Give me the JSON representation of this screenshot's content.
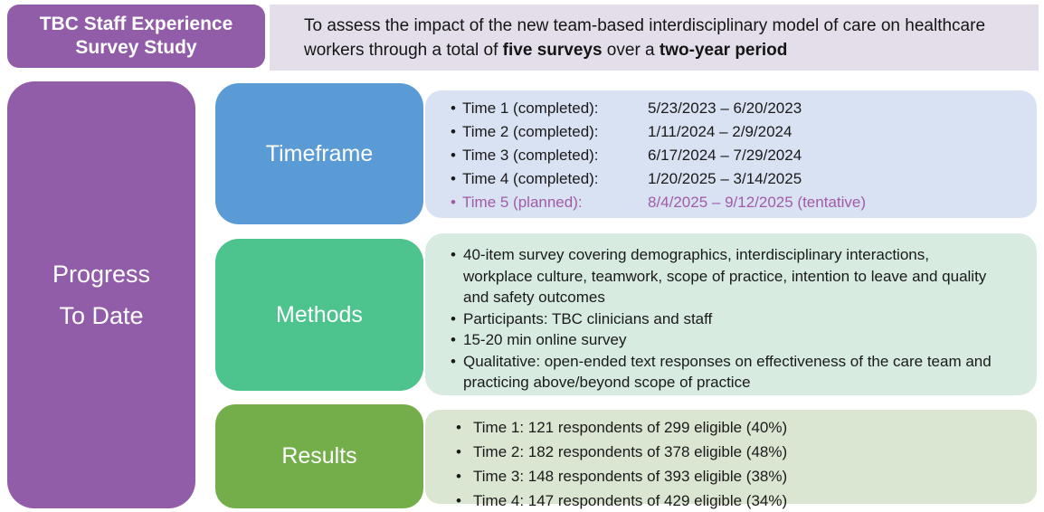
{
  "colors": {
    "purple": "#915CA8",
    "lavender_banner": "#E4DEEA",
    "blue": "#5B9BD5",
    "light_blue_panel": "#D8E2F2",
    "teal": "#4DC38D",
    "light_teal_panel": "#D7EBE1",
    "green": "#74AE4B",
    "light_green_panel": "#DAE5D2",
    "planned_text": "#A15CA8"
  },
  "header": {
    "title": "TBC Staff Experience\nSurvey Study",
    "objective": {
      "part1": "To assess the impact of the new team-based interdisciplinary model of care on healthcare workers through a total of ",
      "bold1": "five surveys",
      "part2": " over a ",
      "bold2": "two-year period"
    }
  },
  "sidebar": {
    "label": "Progress\nTo Date"
  },
  "sections": {
    "timeframe": {
      "label": "Timeframe",
      "rows": [
        {
          "label": "Time 1 (completed):",
          "dates": "5/23/2023 – 6/20/2023"
        },
        {
          "label": "Time 2 (completed):",
          "dates": "1/11/2024 – 2/9/2024"
        },
        {
          "label": "Time 3 (completed):",
          "dates": "6/17/2024 – 7/29/2024"
        },
        {
          "label": "Time 4 (completed):",
          "dates": "1/20/2025 – 3/14/2025"
        },
        {
          "label": "Time 5 (planned):",
          "dates": "8/4/2025 – 9/12/2025 (tentative)"
        }
      ]
    },
    "methods": {
      "label": "Methods",
      "bullets": [
        "40-item survey covering demographics, interdisciplinary interactions, workplace culture, teamwork, scope of practice, intention to leave and quality and safety outcomes",
        "Participants: TBC clinicians and staff",
        "15-20 min online survey",
        "Qualitative: open-ended text responses on effectiveness of the care team and practicing above/beyond scope of practice"
      ]
    },
    "results": {
      "label": "Results",
      "rows": [
        "Time 1: 121 respondents of 299 eligible (40%)",
        "Time 2: 182 respondents of 378 eligible (48%)",
        "Time 3: 148 respondents of 393 eligible (38%)",
        "Time 4: 147 respondents of 429 eligible (34%)"
      ]
    }
  }
}
